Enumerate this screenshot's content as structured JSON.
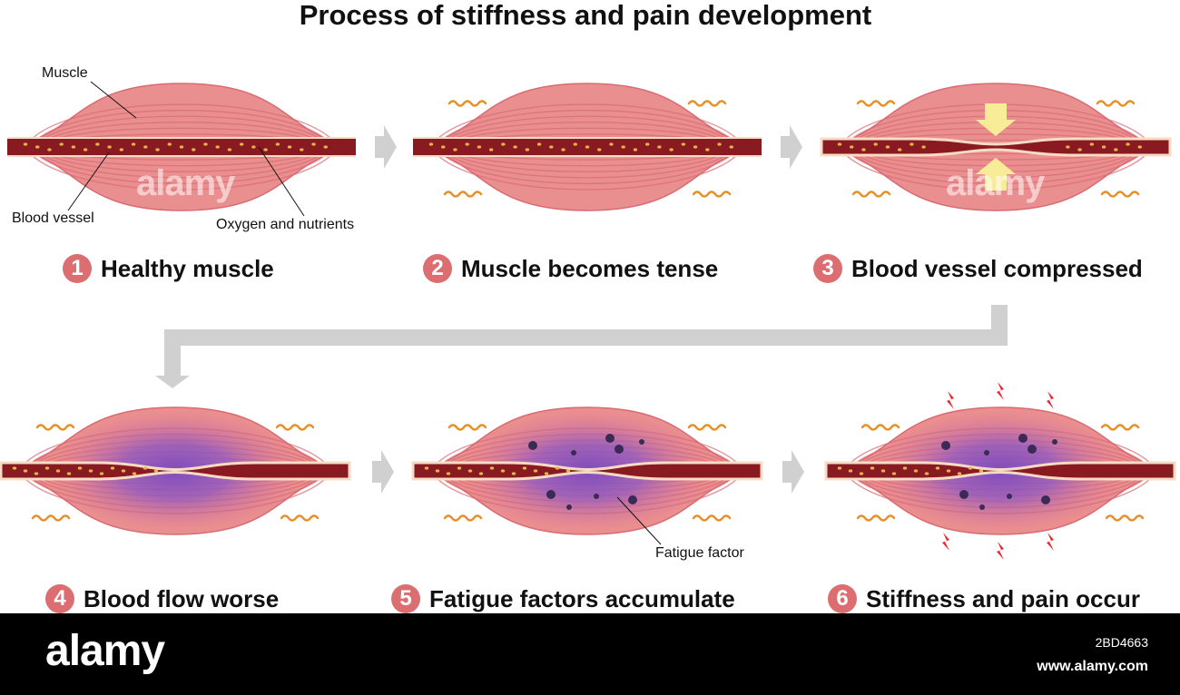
{
  "title": "Process of stiffness and pain development",
  "labels": {
    "muscle": "Muscle",
    "blood_vessel": "Blood vessel",
    "oxygen": "Oxygen and nutrients",
    "fatigue": "Fatigue factor"
  },
  "steps": [
    {
      "num": "1",
      "text": "Healthy muscle"
    },
    {
      "num": "2",
      "text": "Muscle becomes tense"
    },
    {
      "num": "3",
      "text": "Blood vessel compressed"
    },
    {
      "num": "4",
      "text": "Blood flow worse"
    },
    {
      "num": "5",
      "text": "Fatigue factors accumulate"
    },
    {
      "num": "6",
      "text": "Stiffness and pain occur"
    }
  ],
  "watermark": "alamy",
  "footer": {
    "brand": "alamy",
    "image_id": "2BD4663",
    "site": "www.alamy.com"
  },
  "colors": {
    "muscle": "#ea8f8f",
    "muscle_dark": "#d96a72",
    "vessel": "#8a1a22",
    "vessel_edge": "#f6dcc4",
    "nutrient": "#e2b64a",
    "fatigue_area": "#8a55c4",
    "fatigue_particle": "#3b2a55",
    "squiggle": "#e98f28",
    "pain": "#e8262b",
    "arrow": "#d0d0d0",
    "compress_arrow": "#f8ec98",
    "step_badge": "#dc6e72"
  }
}
